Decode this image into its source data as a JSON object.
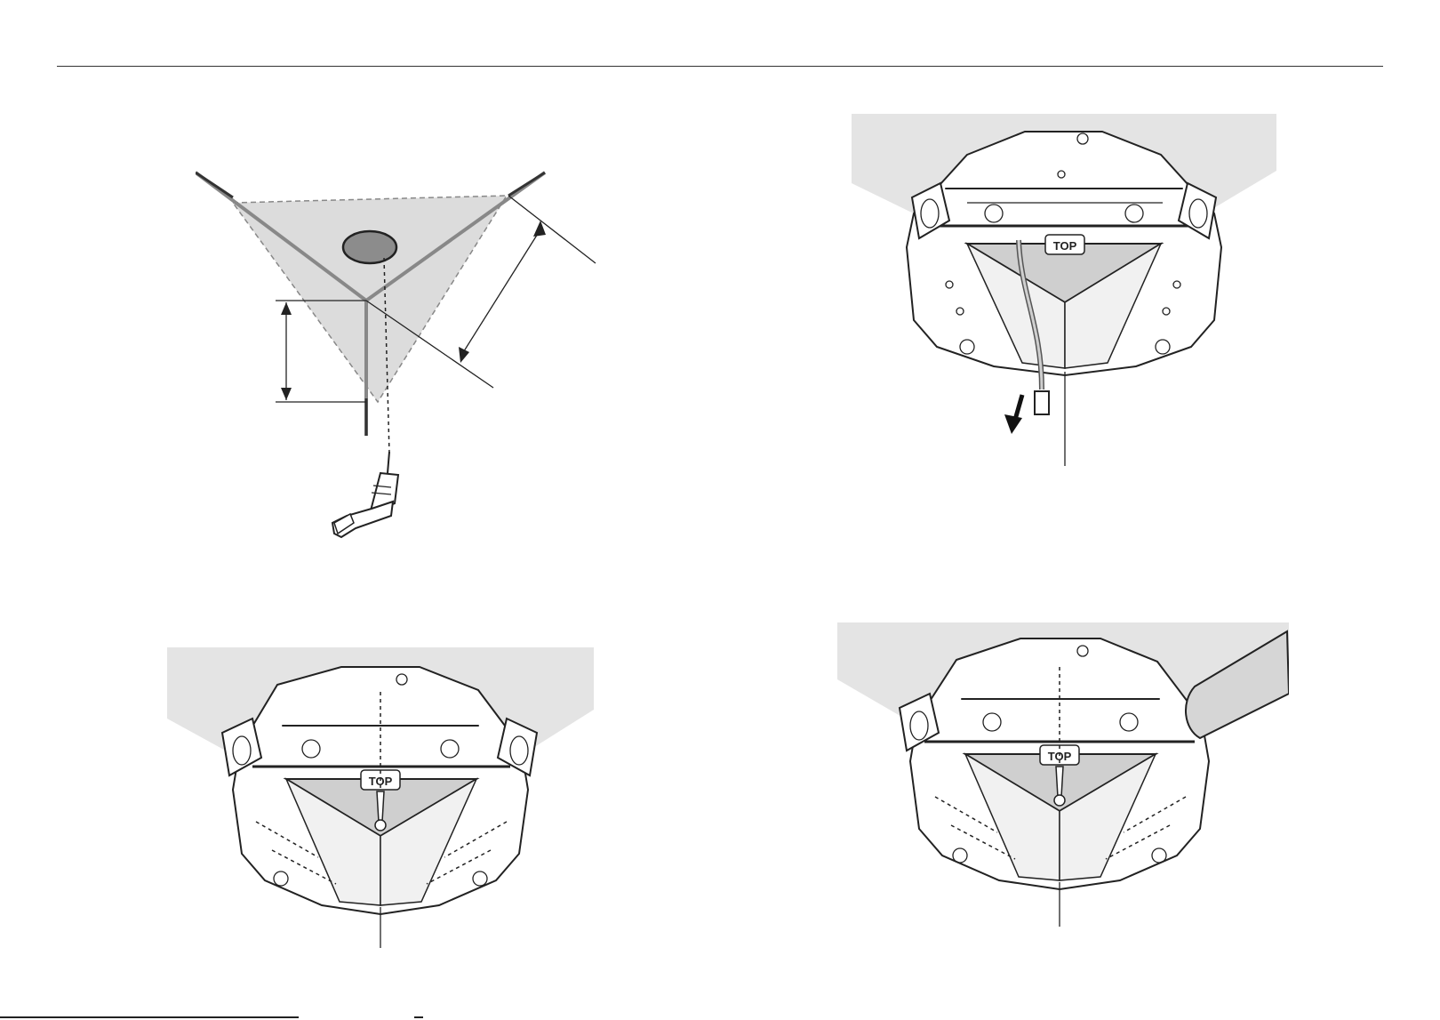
{
  "figures": [
    {
      "name": "drill-corner-hole"
    },
    {
      "name": "pull-cable-through-bracket",
      "top_label": "TOP"
    },
    {
      "name": "screw-bracket-to-corner",
      "top_label": "TOP"
    },
    {
      "name": "screw-bracket-with-conduit",
      "top_label": "TOP"
    }
  ],
  "colors": {
    "line": "#222222",
    "wall_fill": "#e4e4e4",
    "hole_fill": "#8c8c8c",
    "bracket_fill": "#ffffff"
  }
}
